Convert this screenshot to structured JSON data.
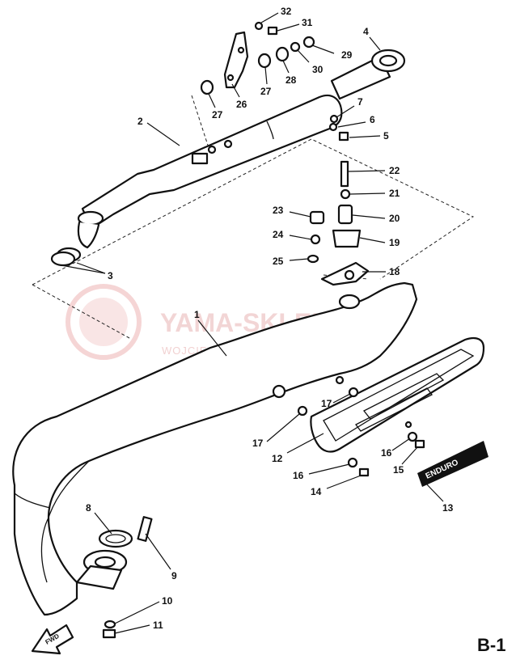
{
  "diagram": {
    "sheet_code": "B-1",
    "watermark": {
      "brand": "YAMA-SKLEP.PL",
      "tagline": "WOJCIECHOWSKI DEALER YAMAHA"
    },
    "decal_text": "ENDURO",
    "fwd_text": "FWD",
    "callouts": [
      {
        "id": "1",
        "label": "1"
      },
      {
        "id": "2",
        "label": "2"
      },
      {
        "id": "3",
        "label": "3"
      },
      {
        "id": "4",
        "label": "4"
      },
      {
        "id": "5",
        "label": "5"
      },
      {
        "id": "6",
        "label": "6"
      },
      {
        "id": "7",
        "label": "7"
      },
      {
        "id": "8",
        "label": "8"
      },
      {
        "id": "9",
        "label": "9"
      },
      {
        "id": "10",
        "label": "10"
      },
      {
        "id": "11",
        "label": "11"
      },
      {
        "id": "12",
        "label": "12"
      },
      {
        "id": "13",
        "label": "13"
      },
      {
        "id": "14",
        "label": "14"
      },
      {
        "id": "15",
        "label": "15"
      },
      {
        "id": "16a",
        "label": "16"
      },
      {
        "id": "16b",
        "label": "16"
      },
      {
        "id": "17a",
        "label": "17"
      },
      {
        "id": "17b",
        "label": "17"
      },
      {
        "id": "18",
        "label": "18"
      },
      {
        "id": "19",
        "label": "19"
      },
      {
        "id": "20",
        "label": "20"
      },
      {
        "id": "21",
        "label": "21"
      },
      {
        "id": "22",
        "label": "22"
      },
      {
        "id": "23",
        "label": "23"
      },
      {
        "id": "24",
        "label": "24"
      },
      {
        "id": "25",
        "label": "25"
      },
      {
        "id": "26",
        "label": "26"
      },
      {
        "id": "27a",
        "label": "27"
      },
      {
        "id": "27b",
        "label": "27"
      },
      {
        "id": "28",
        "label": "28"
      },
      {
        "id": "29",
        "label": "29"
      },
      {
        "id": "30",
        "label": "30"
      },
      {
        "id": "31",
        "label": "31"
      },
      {
        "id": "32",
        "label": "32"
      }
    ]
  }
}
